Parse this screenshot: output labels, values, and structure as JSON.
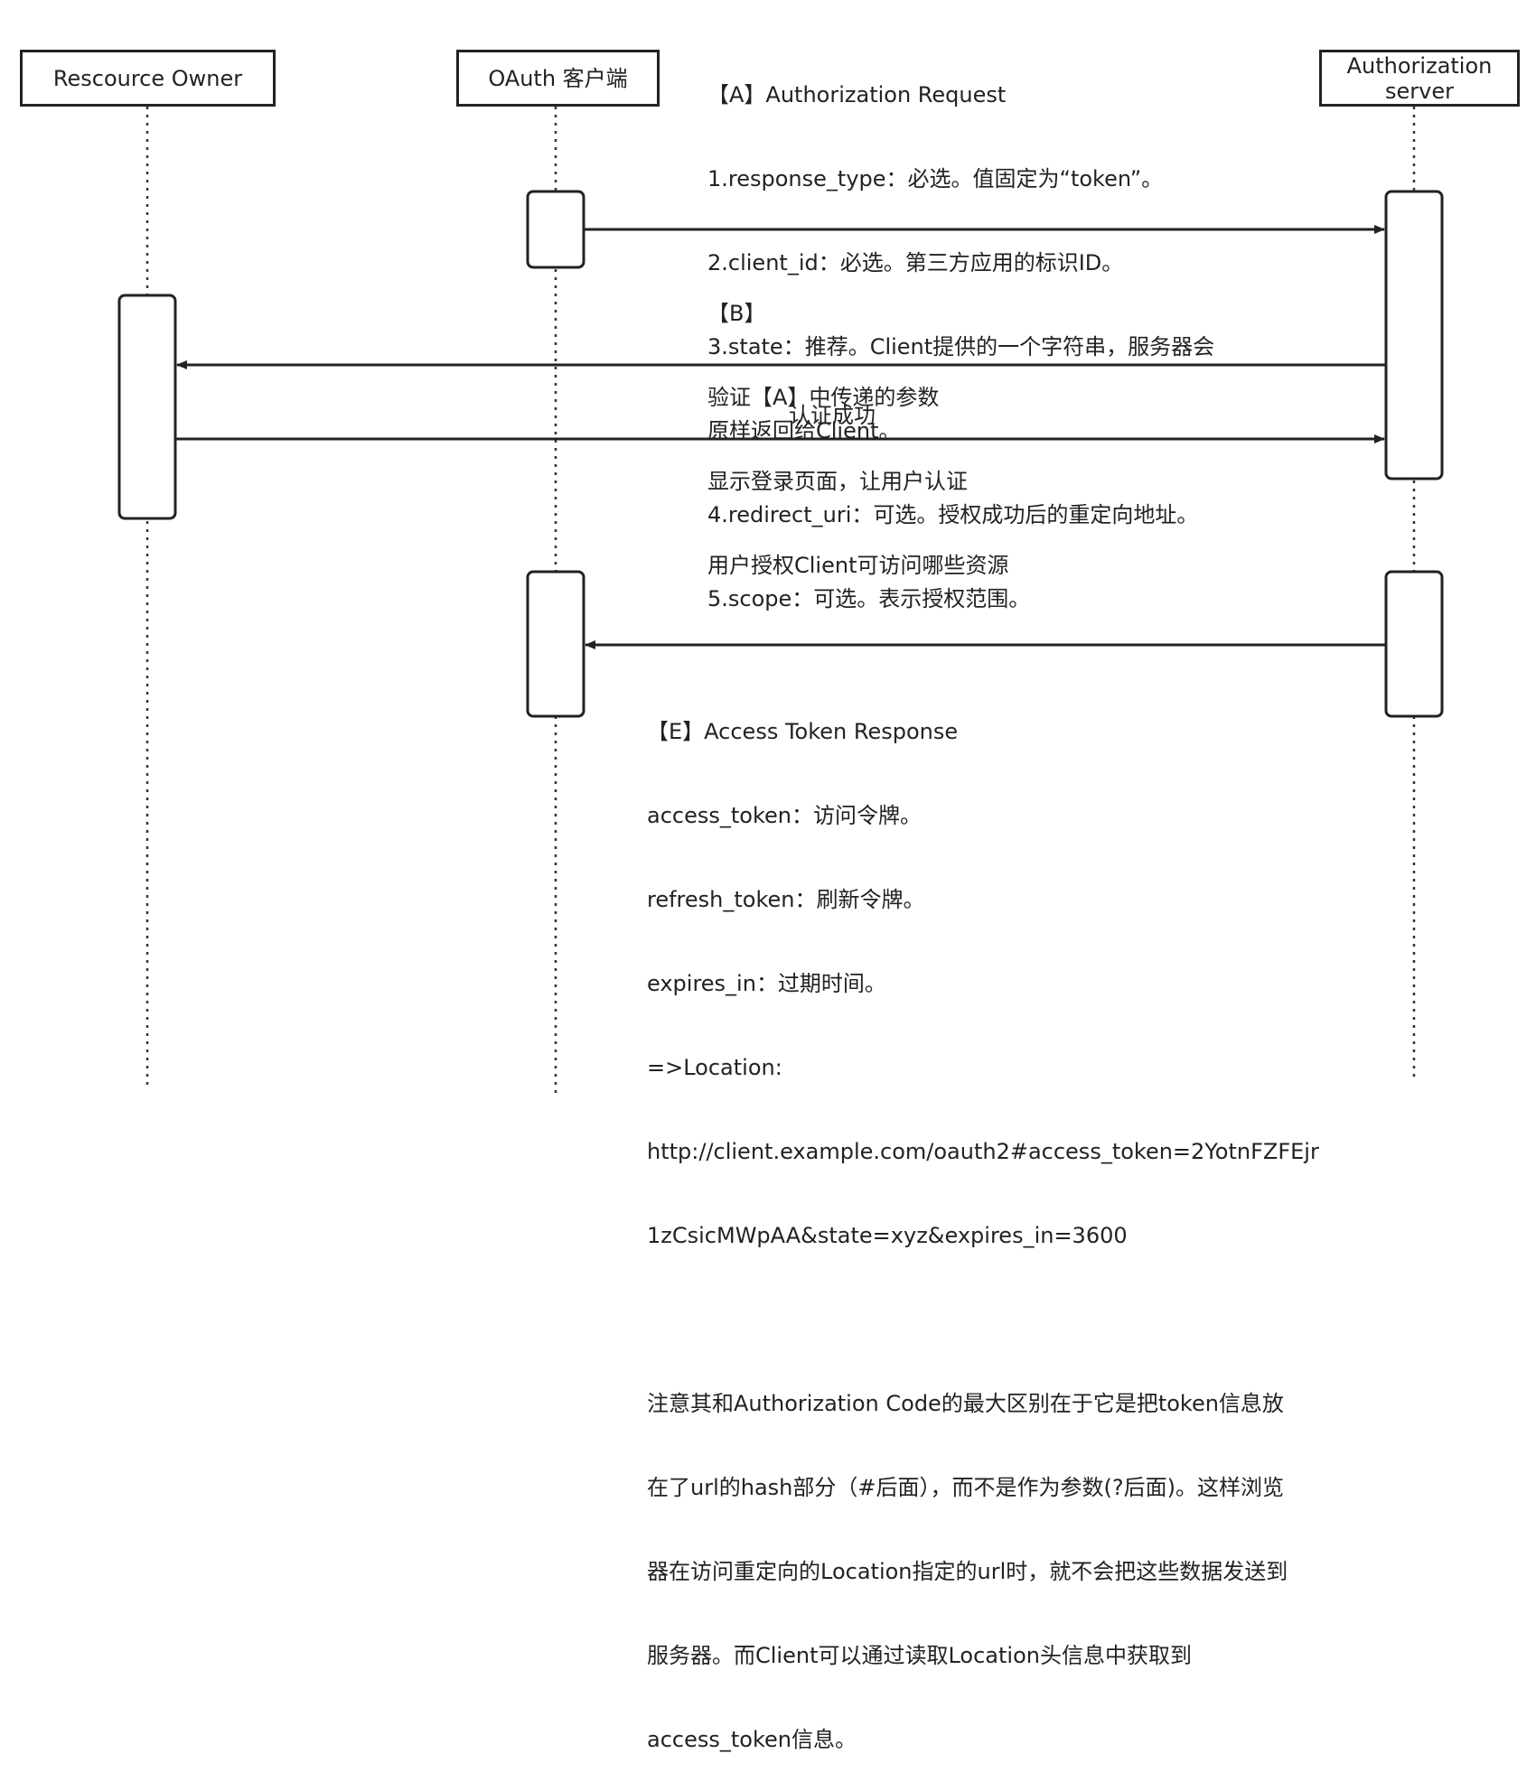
{
  "actors": {
    "resource_owner": "Rescource Owner",
    "oauth_client": "OAuth 客户端",
    "auth_server_line1": "Authorization",
    "auth_server_line2": "server"
  },
  "messages": {
    "a": [
      "【A】Authorization Request",
      "1.response_type：必选。值固定为“token”。",
      "2.client_id：必选。第三方应用的标识ID。",
      "3.state：推荐。Client提供的一个字符串，服务器会",
      "原样返回给Client。",
      "4.redirect_uri：可选。授权成功后的重定向地址。",
      "5.scope：可选。表示授权范围。"
    ],
    "b": [
      "【B】",
      "验证【A】中传递的参数",
      "显示登录页面，让用户认证",
      "用户授权Client可访问哪些资源"
    ],
    "c": "认证成功",
    "e": [
      "【E】Access Token Response",
      "access_token：访问令牌。",
      "refresh_token：刷新令牌。",
      "expires_in：过期时间。",
      "=>Location:",
      "http://client.example.com/oauth2#access_token=2YotnFZFEjr",
      "1zCsicMWpAA&state=xyz&expires_in=3600",
      "",
      "注意其和Authorization Code的最大区别在于它是把token信息放",
      "在了url的hash部分（#后面），而不是作为参数(?后面)。这样浏览",
      "器在访问重定向的Location指定的url时，就不会把这些数据发送到",
      "服务器。而Client可以通过读取Location头信息中获取到",
      "access_token信息。"
    ]
  }
}
